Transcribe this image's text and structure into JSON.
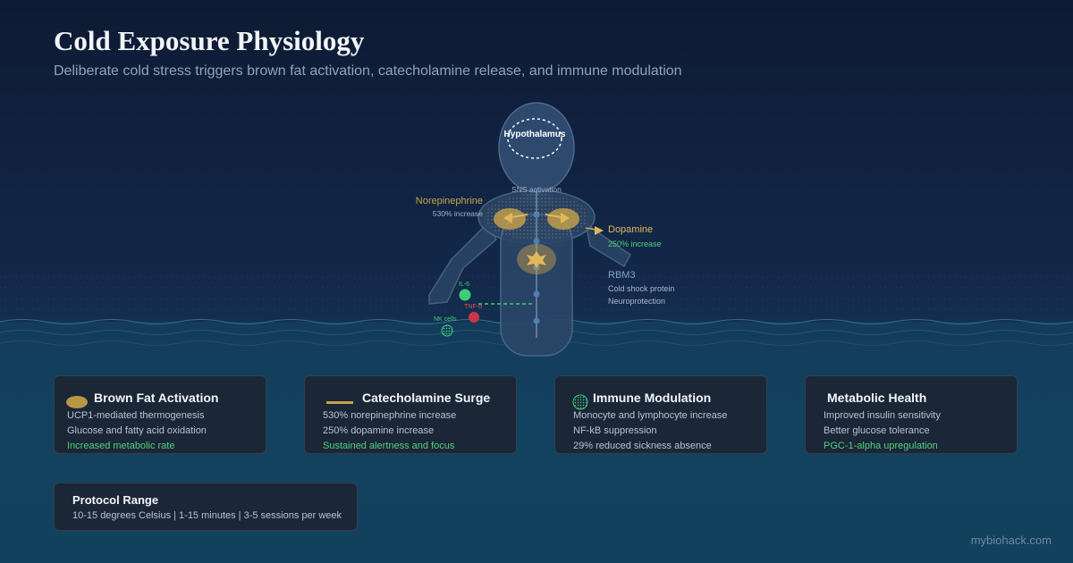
{
  "title": "Cold Exposure Physiology",
  "subtitle": "Deliberate cold stress triggers brown fat activation, catecholamine release, and immune modulation",
  "diagram": {
    "hypothalamus": "Hypothalamus",
    "sns": "SNS activation",
    "norepinephrine": {
      "label": "Norepinephrine",
      "value": "530% increase"
    },
    "dopamine": {
      "label": "Dopamine",
      "value": "250% increase"
    },
    "rbm3": {
      "label": "RBM3",
      "line1": "Cold shock protein",
      "line2": "Neuroprotection"
    },
    "il6": "IL-6",
    "tnf": "TNF-α",
    "nk": "NK cells"
  },
  "colors": {
    "gold": "#c9a24a",
    "green": "#3ccf78",
    "red": "#c8384a",
    "accent": "#e0b85a"
  },
  "cards": [
    {
      "title": "Brown Fat Activation",
      "icon": "brown-fat-icon",
      "lines": [
        "UCP1-mediated thermogenesis",
        "Glucose and fatty acid oxidation",
        "Increased metabolic rate"
      ]
    },
    {
      "title": "Catecholamine Surge",
      "icon": "catecholamine-icon",
      "lines": [
        "530% norepinephrine increase",
        "250% dopamine increase",
        "Sustained alertness and focus"
      ]
    },
    {
      "title": "Immune Modulation",
      "icon": "immune-icon",
      "lines": [
        "Monocyte and lymphocyte increase",
        "NF-kB suppression",
        "29% reduced sickness absence"
      ]
    },
    {
      "title": "Metabolic Health",
      "icon": "",
      "lines": [
        "Improved insulin sensitivity",
        "Better glucose tolerance",
        "PGC-1-alpha upregulation"
      ]
    }
  ],
  "protocol": {
    "title": "Protocol Range",
    "value": "10-15 degrees Celsius | 1-15 minutes | 3-5 sessions per week"
  },
  "footer": "mybiohack.com"
}
